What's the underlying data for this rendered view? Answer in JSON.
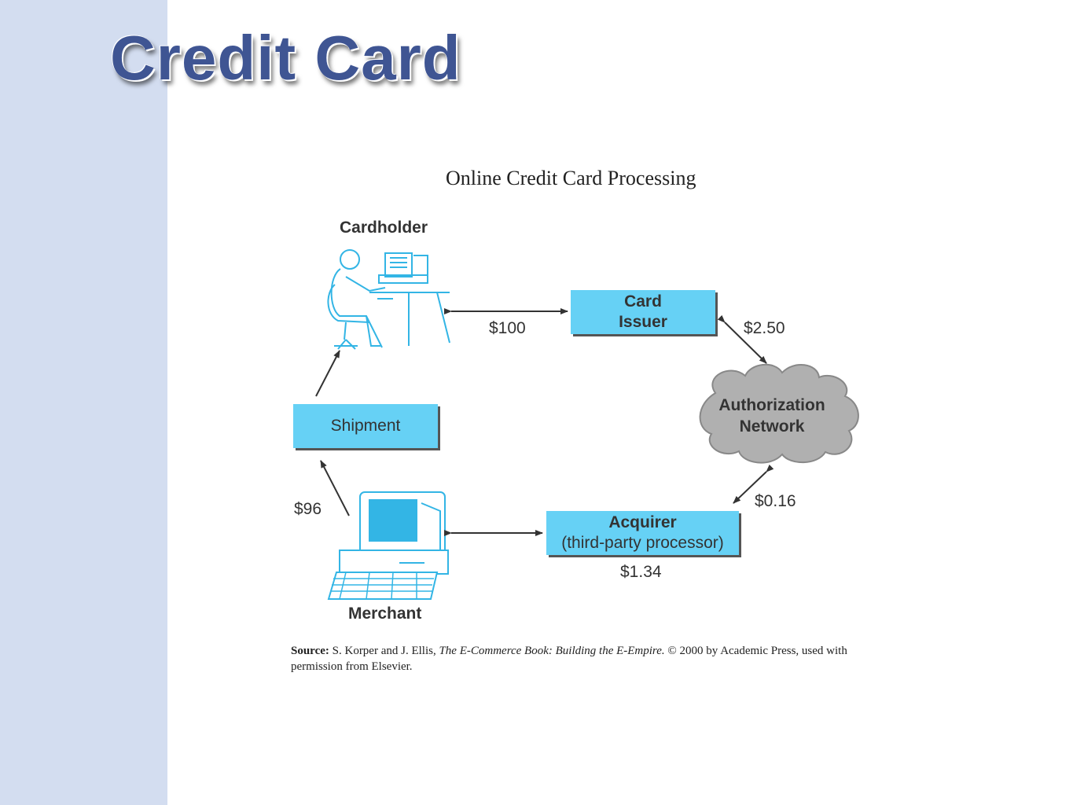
{
  "slide": {
    "title": "Credit Card"
  },
  "figure": {
    "title": "Online Credit Card Processing",
    "nodes": {
      "cardholder": "Cardholder",
      "card_issuer_line1": "Card",
      "card_issuer_line2": "Issuer",
      "auth_line1": "Authorization",
      "auth_line2": "Network",
      "shipment": "Shipment",
      "acquirer_line1": "Acquirer",
      "acquirer_line2": "(third-party processor)",
      "merchant": "Merchant"
    },
    "amounts": {
      "cardholder_issuer": "$100",
      "issuer_network": "$2.50",
      "network_acquirer": "$0.16",
      "acquirer_fee": "$1.34",
      "merchant_receives": "$96"
    },
    "source": {
      "prefix": "Source:",
      "authors": " S. Korper and J. Ellis, ",
      "book": "The E-Commerce Book: Building the E-Empire.",
      "rest": " © 2000 by Academic Press, used with permission from Elsevier."
    }
  },
  "colors": {
    "sidebar": "#d3ddf0",
    "title": "#3f5593",
    "box": "#66d1f5",
    "cloud": "#b0b0b0",
    "icon": "#33b5e5"
  }
}
